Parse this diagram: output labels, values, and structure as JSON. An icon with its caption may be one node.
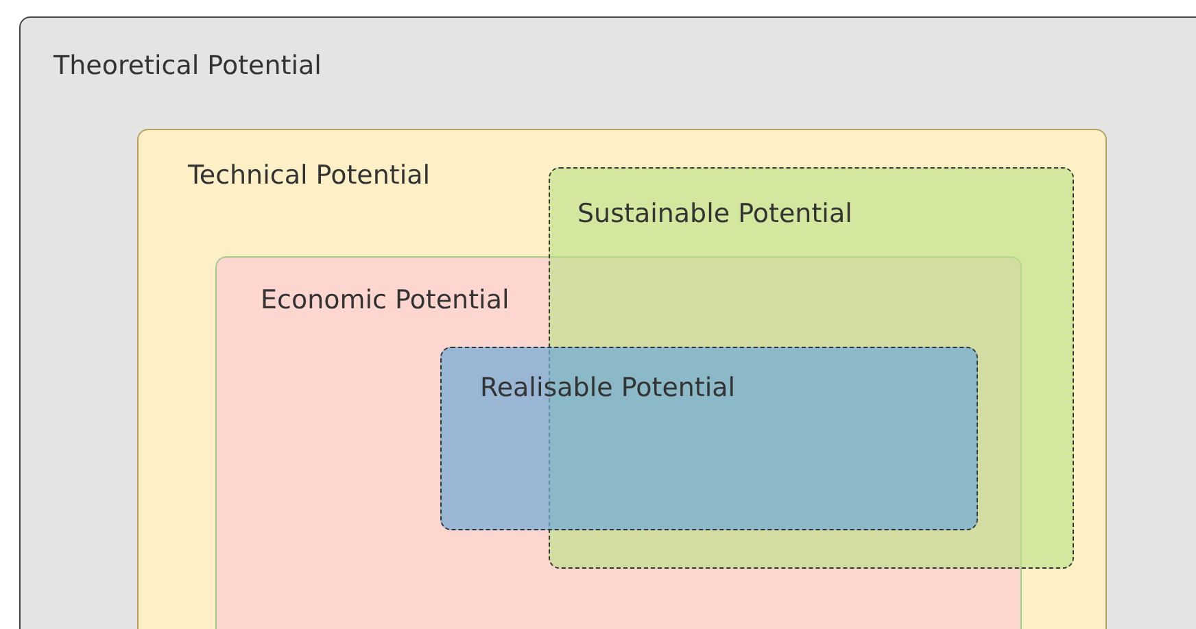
{
  "diagram": {
    "nodes": [
      {
        "text": [
          "Theoretical Potential"
        ]
      },
      {
        "text": [
          "Technical Potential"
        ],
        "in": 0
      },
      {
        "text": [
          "Sustainable Potential"
        ],
        "in": 1
      },
      {
        "text": [
          "Economic Potential"
        ],
        "in": 1
      },
      {
        "text": [
          "Realisable Potential"
        ],
        "in": 3
      }
    ]
  }
}
